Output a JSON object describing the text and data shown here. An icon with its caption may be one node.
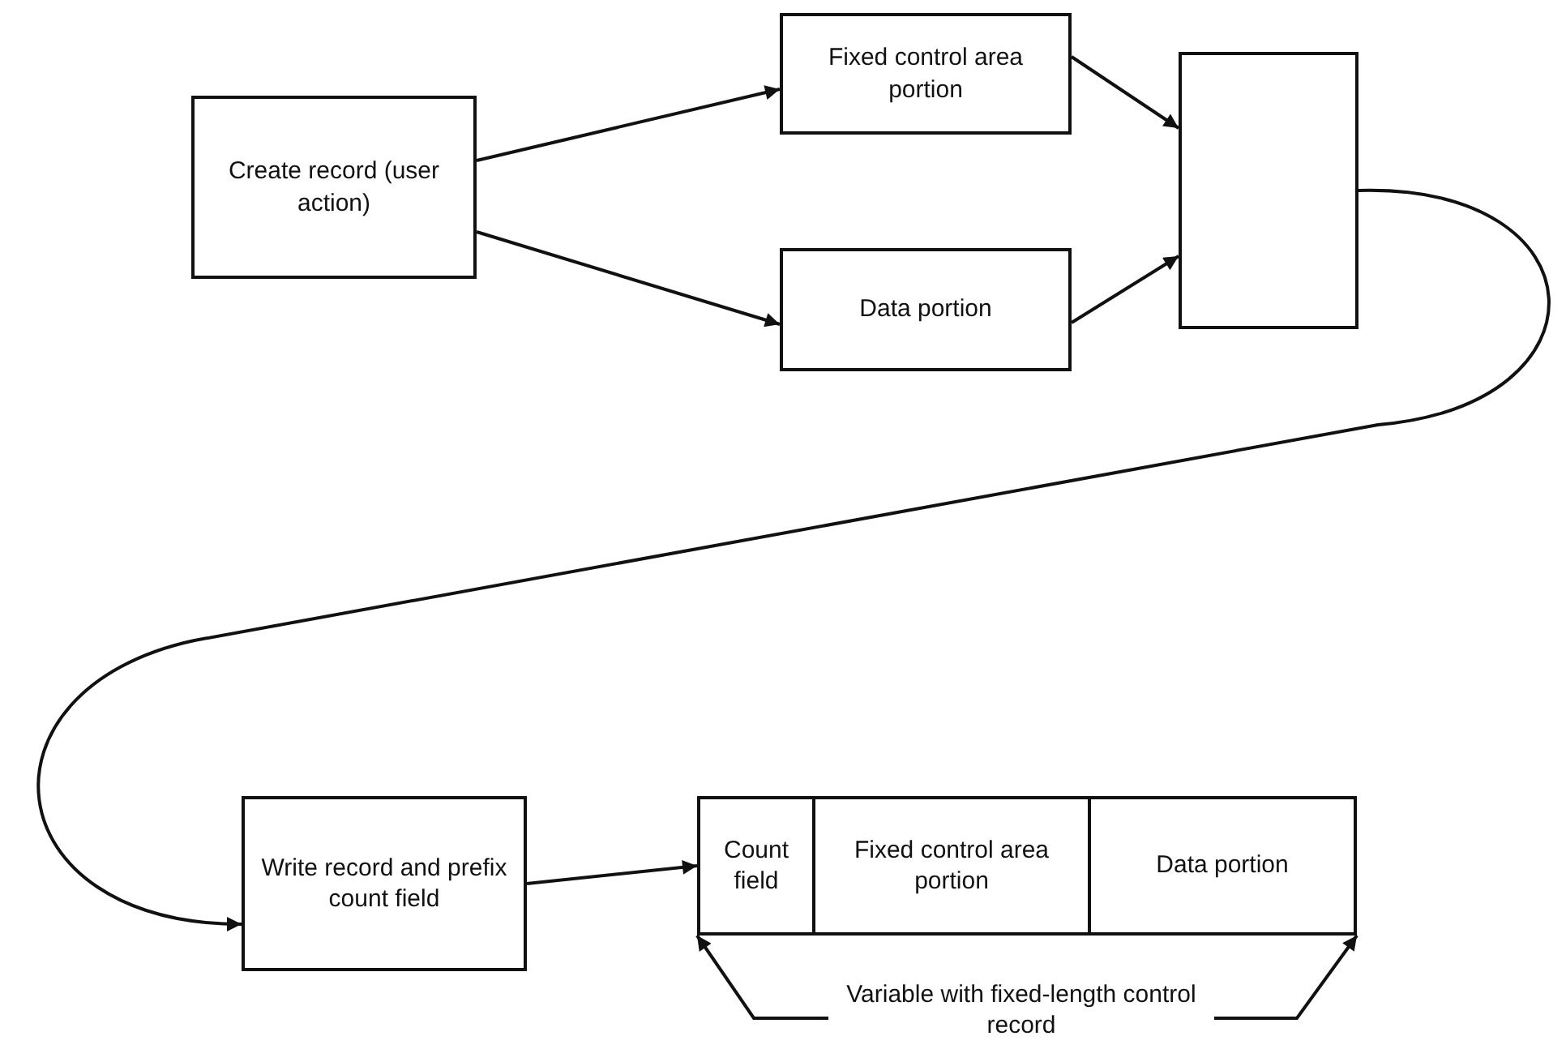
{
  "diagram": {
    "nodes": [
      {
        "text": [
          "Create record (user action)"
        ]
      },
      {
        "text": [
          "Fixed control area portion"
        ]
      },
      {
        "text": [
          "Data portion"
        ]
      },
      {
        "text": [],
        "shape": "box"
      },
      {
        "text": [
          "Write record and prefix count field"
        ]
      },
      {
        "text": [
          "Count field"
        ]
      },
      {
        "text": [
          "Fixed control area portion"
        ]
      },
      {
        "text": [
          "Data portion"
        ]
      },
      {
        "text": [
          "Variable with fixed-length control record"
        ]
      }
    ],
    "edges": [
      {
        "from": 0,
        "to": 1,
        "arrow": "to"
      },
      {
        "from": 0,
        "to": 2,
        "arrow": "to"
      },
      {
        "from": 1,
        "to": 3,
        "arrow": "to"
      },
      {
        "from": 2,
        "to": 3,
        "arrow": "to"
      },
      {
        "from": 3,
        "to": 4,
        "arrow": "to"
      },
      {
        "from": 4,
        "to": 5,
        "arrow": "to"
      },
      {
        "from": 8,
        "to": 5,
        "arrow": "to"
      },
      {
        "from": 8,
        "to": 7,
        "arrow": "to"
      }
    ]
  }
}
